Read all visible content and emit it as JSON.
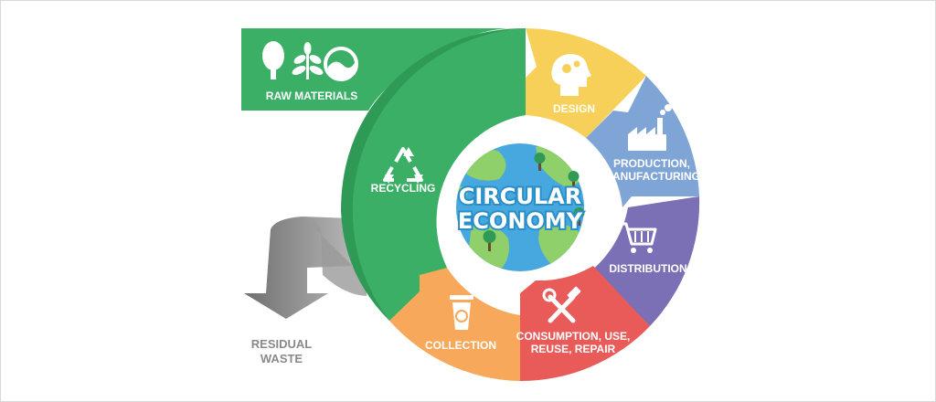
{
  "title": {
    "line1": "CIRCULAR",
    "line2": "ECONOMY"
  },
  "stages": {
    "raw_materials": "RAW MATERIALS",
    "design": "DESIGN",
    "production_line1": "PRODUCTION,",
    "production_line2": "MANUFACTURING",
    "distribution": "DISTRIBUTION",
    "consumption_line1": "CONSUMPTION, USE,",
    "consumption_line2": "REUSE, REPAIR",
    "collection": "COLLECTION",
    "recycling": "RECYCLING",
    "residual_line1": "RESIDUAL",
    "residual_line2": "WASTE"
  },
  "icons": {
    "raw_materials": [
      "tree-icon",
      "plant-icon",
      "water-wave-icon"
    ],
    "design": "head-gears-icon",
    "production": "factory-icon",
    "distribution": "shopping-cart-icon",
    "consumption": "tools-icon",
    "collection": "recycle-bin-icon",
    "recycling": "recycle-icon"
  },
  "colors": {
    "green": "#3aaf65",
    "green_dark": "#2f9a56",
    "yellow": "#f7d05a",
    "blue": "#7fa4d6",
    "purple": "#7b6fb6",
    "red": "#e85b58",
    "orange": "#f7a85a",
    "grey": "#8a8a8a",
    "globe_ocean": "#47a8df",
    "globe_land": "#8fd06a"
  }
}
